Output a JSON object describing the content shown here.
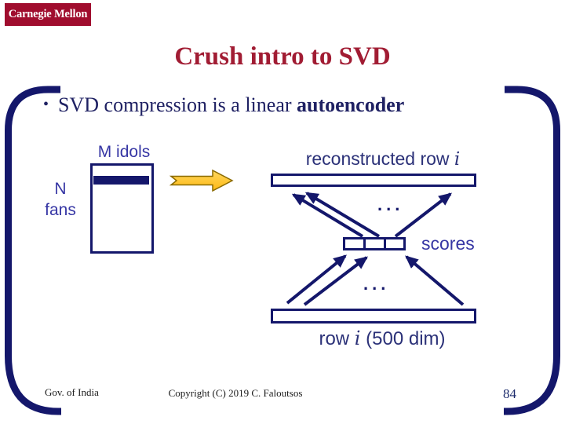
{
  "slide": {
    "logo_text": "Carnegie Mellon",
    "title": "Crush intro to SVD",
    "bullet": {
      "marker": "•",
      "text_regular": "SVD compression is a linear ",
      "text_bold": "autoencoder"
    },
    "diagram": {
      "matrix_top_label": "M idols",
      "matrix_left_label_line1": "N",
      "matrix_left_label_line2": "fans",
      "reconstructed_label_prefix": "reconstructed row ",
      "reconstructed_label_var": "i",
      "scores_label": "scores",
      "row_label_prefix": "row ",
      "row_label_var": "i",
      "row_label_suffix": " (500 dim)",
      "ellipsis_top": "...",
      "ellipsis_bottom": "..."
    },
    "footer": {
      "left": "Gov. of India",
      "center": "Copyright (C) 2019 C. Faloutsos",
      "page_number": "84"
    },
    "colors": {
      "cmu_red": "#a00d2e",
      "title_red": "#a11c33",
      "bullet_navy": "#1f2163",
      "diagram_navy": "#14176b",
      "label_blue": "#3636a4",
      "arrow_yellow": "#ffc125",
      "arrow_yellow_light": "#ffd75e",
      "arrow_outline": "#8a6a00"
    }
  }
}
